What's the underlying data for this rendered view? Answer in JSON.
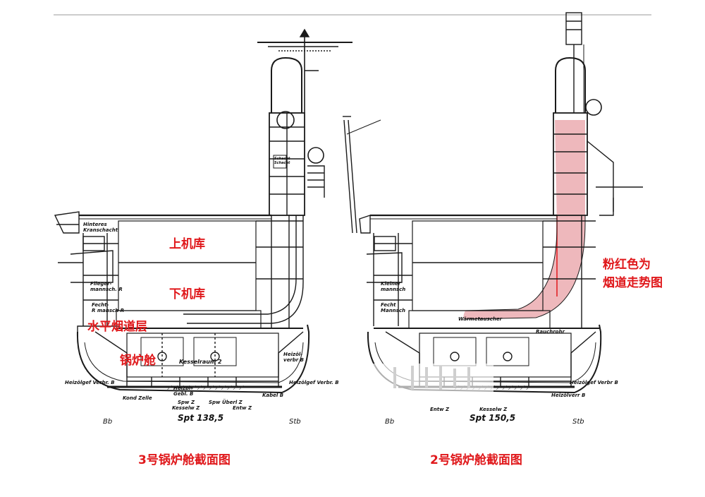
{
  "left": {
    "upper_hangar": "上机库",
    "lower_hangar": "下机库",
    "flue_layer": "水平烟道层",
    "boiler_room": "锅炉舱",
    "frame": "Spt 138,5",
    "port": "Bb",
    "starboard": "Stb",
    "caption": "3号锅炉舱截面图",
    "annotations": {
      "hinteres_kranschacht": "Hinteres\nKranschacht",
      "fliegermannschaft": "Flieger-\nmannsch. R",
      "fechtraum": "Fecht-\nR mansch R",
      "kesselraum": "Kesselraum 2",
      "heizoelverbr": "Heizölgef Verbr. B",
      "heizoel_b": "Heizölgef Verbr. B",
      "kond_zelle": "Kond Zelle",
      "spw": "Spw Z",
      "kesselw": "Kesselw Z",
      "entw": "Entw Z",
      "heizoel_top": "Heizöl-\nverbr B",
      "speise": "Spw Überl Z",
      "kabelgang": "Kabel B",
      "haupt_kabel": "Heizöl-\nGebl. B",
      "schacht": "Schacht\nSchacht"
    }
  },
  "right": {
    "frame": "Spt 150,5",
    "port": "Bb",
    "starboard": "Stb",
    "caption": "2号锅炉舱截面图",
    "pink_note_line1": "粉红色为",
    "pink_note_line2": "烟道走势图",
    "annotations": {
      "waermetauscher": "Wärmetauscher",
      "kesselw": "Kesselw Z",
      "entw": "Entw Z",
      "heizoel": "Heizölgef Verbr B",
      "heizoelverr": "Heizölverr B",
      "fecht": "Fecht\nMannsch",
      "kleiner": "Kleiner\nmannsch",
      "rauchrohr": "Rauchrohr"
    }
  },
  "colors": {
    "label_red": "#e0191c",
    "flue_pink": "#e8a0a6",
    "line_black": "#1a1a1a"
  }
}
